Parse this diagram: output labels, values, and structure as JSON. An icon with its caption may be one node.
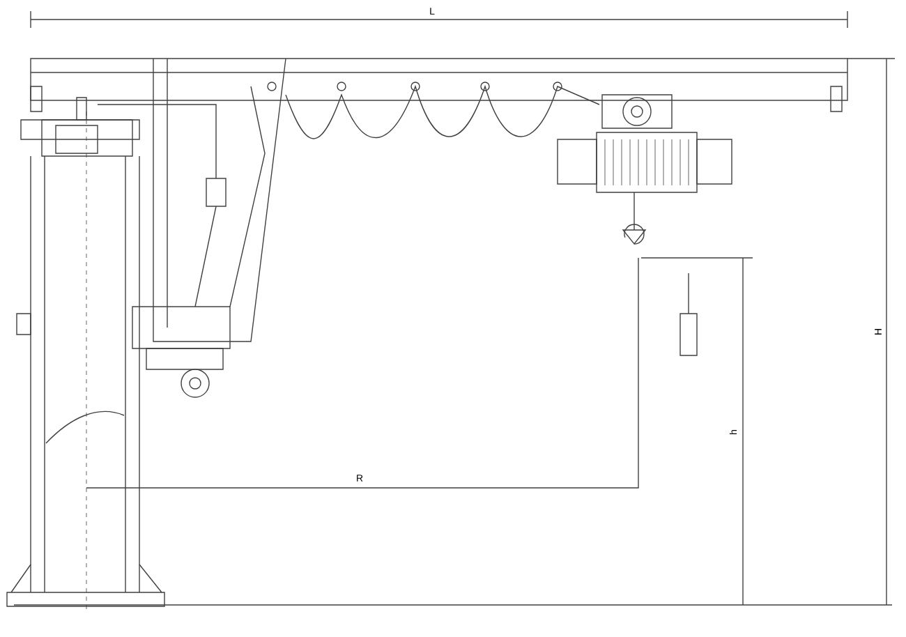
{
  "diagram": {
    "labels": [
      "L",
      "R",
      "h",
      "H"
    ]
  }
}
